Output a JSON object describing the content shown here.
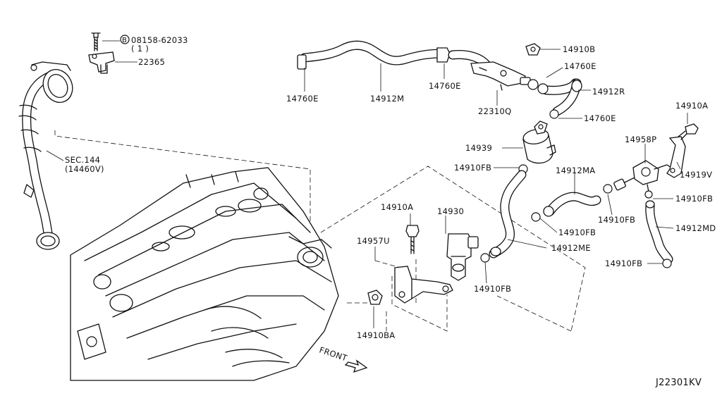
{
  "diagram": {
    "accent": "#111111",
    "background": "#ffffff",
    "labels": {
      "bolt_code": "08158-62033",
      "bolt_qty": "( 1 )",
      "bolt_symbol": "B",
      "p22365": "22365",
      "sec144": "SEC.144",
      "sec144_ref": "(14460V)",
      "p14760e_a": "14760E",
      "p14912m": "14912M",
      "p14760e_b": "14760E",
      "p14910b": "14910B",
      "p14760e_c": "14760E",
      "p14912r": "14912R",
      "p22310q": "22310Q",
      "p14760e_d": "14760E",
      "p14910a_r": "14910A",
      "p14939": "14939",
      "p14958p": "14958P",
      "p14910fb_a": "14910FB",
      "p14912ma": "14912MA",
      "p14919v": "14919V",
      "p14910fb_b": "14910FB",
      "p14910a": "14910A",
      "p14930": "14930",
      "p14910fb_c": "14910FB",
      "p14910fb_d": "14910FB",
      "p14957u": "14957U",
      "p14912me": "14912ME",
      "p14912md": "14912MD",
      "p14910fb_e": "14910FB",
      "p14910fb_f": "14910FB",
      "p14910ba": "14910BA",
      "front": "FRONT",
      "diagram_code": "J22301KV"
    }
  }
}
